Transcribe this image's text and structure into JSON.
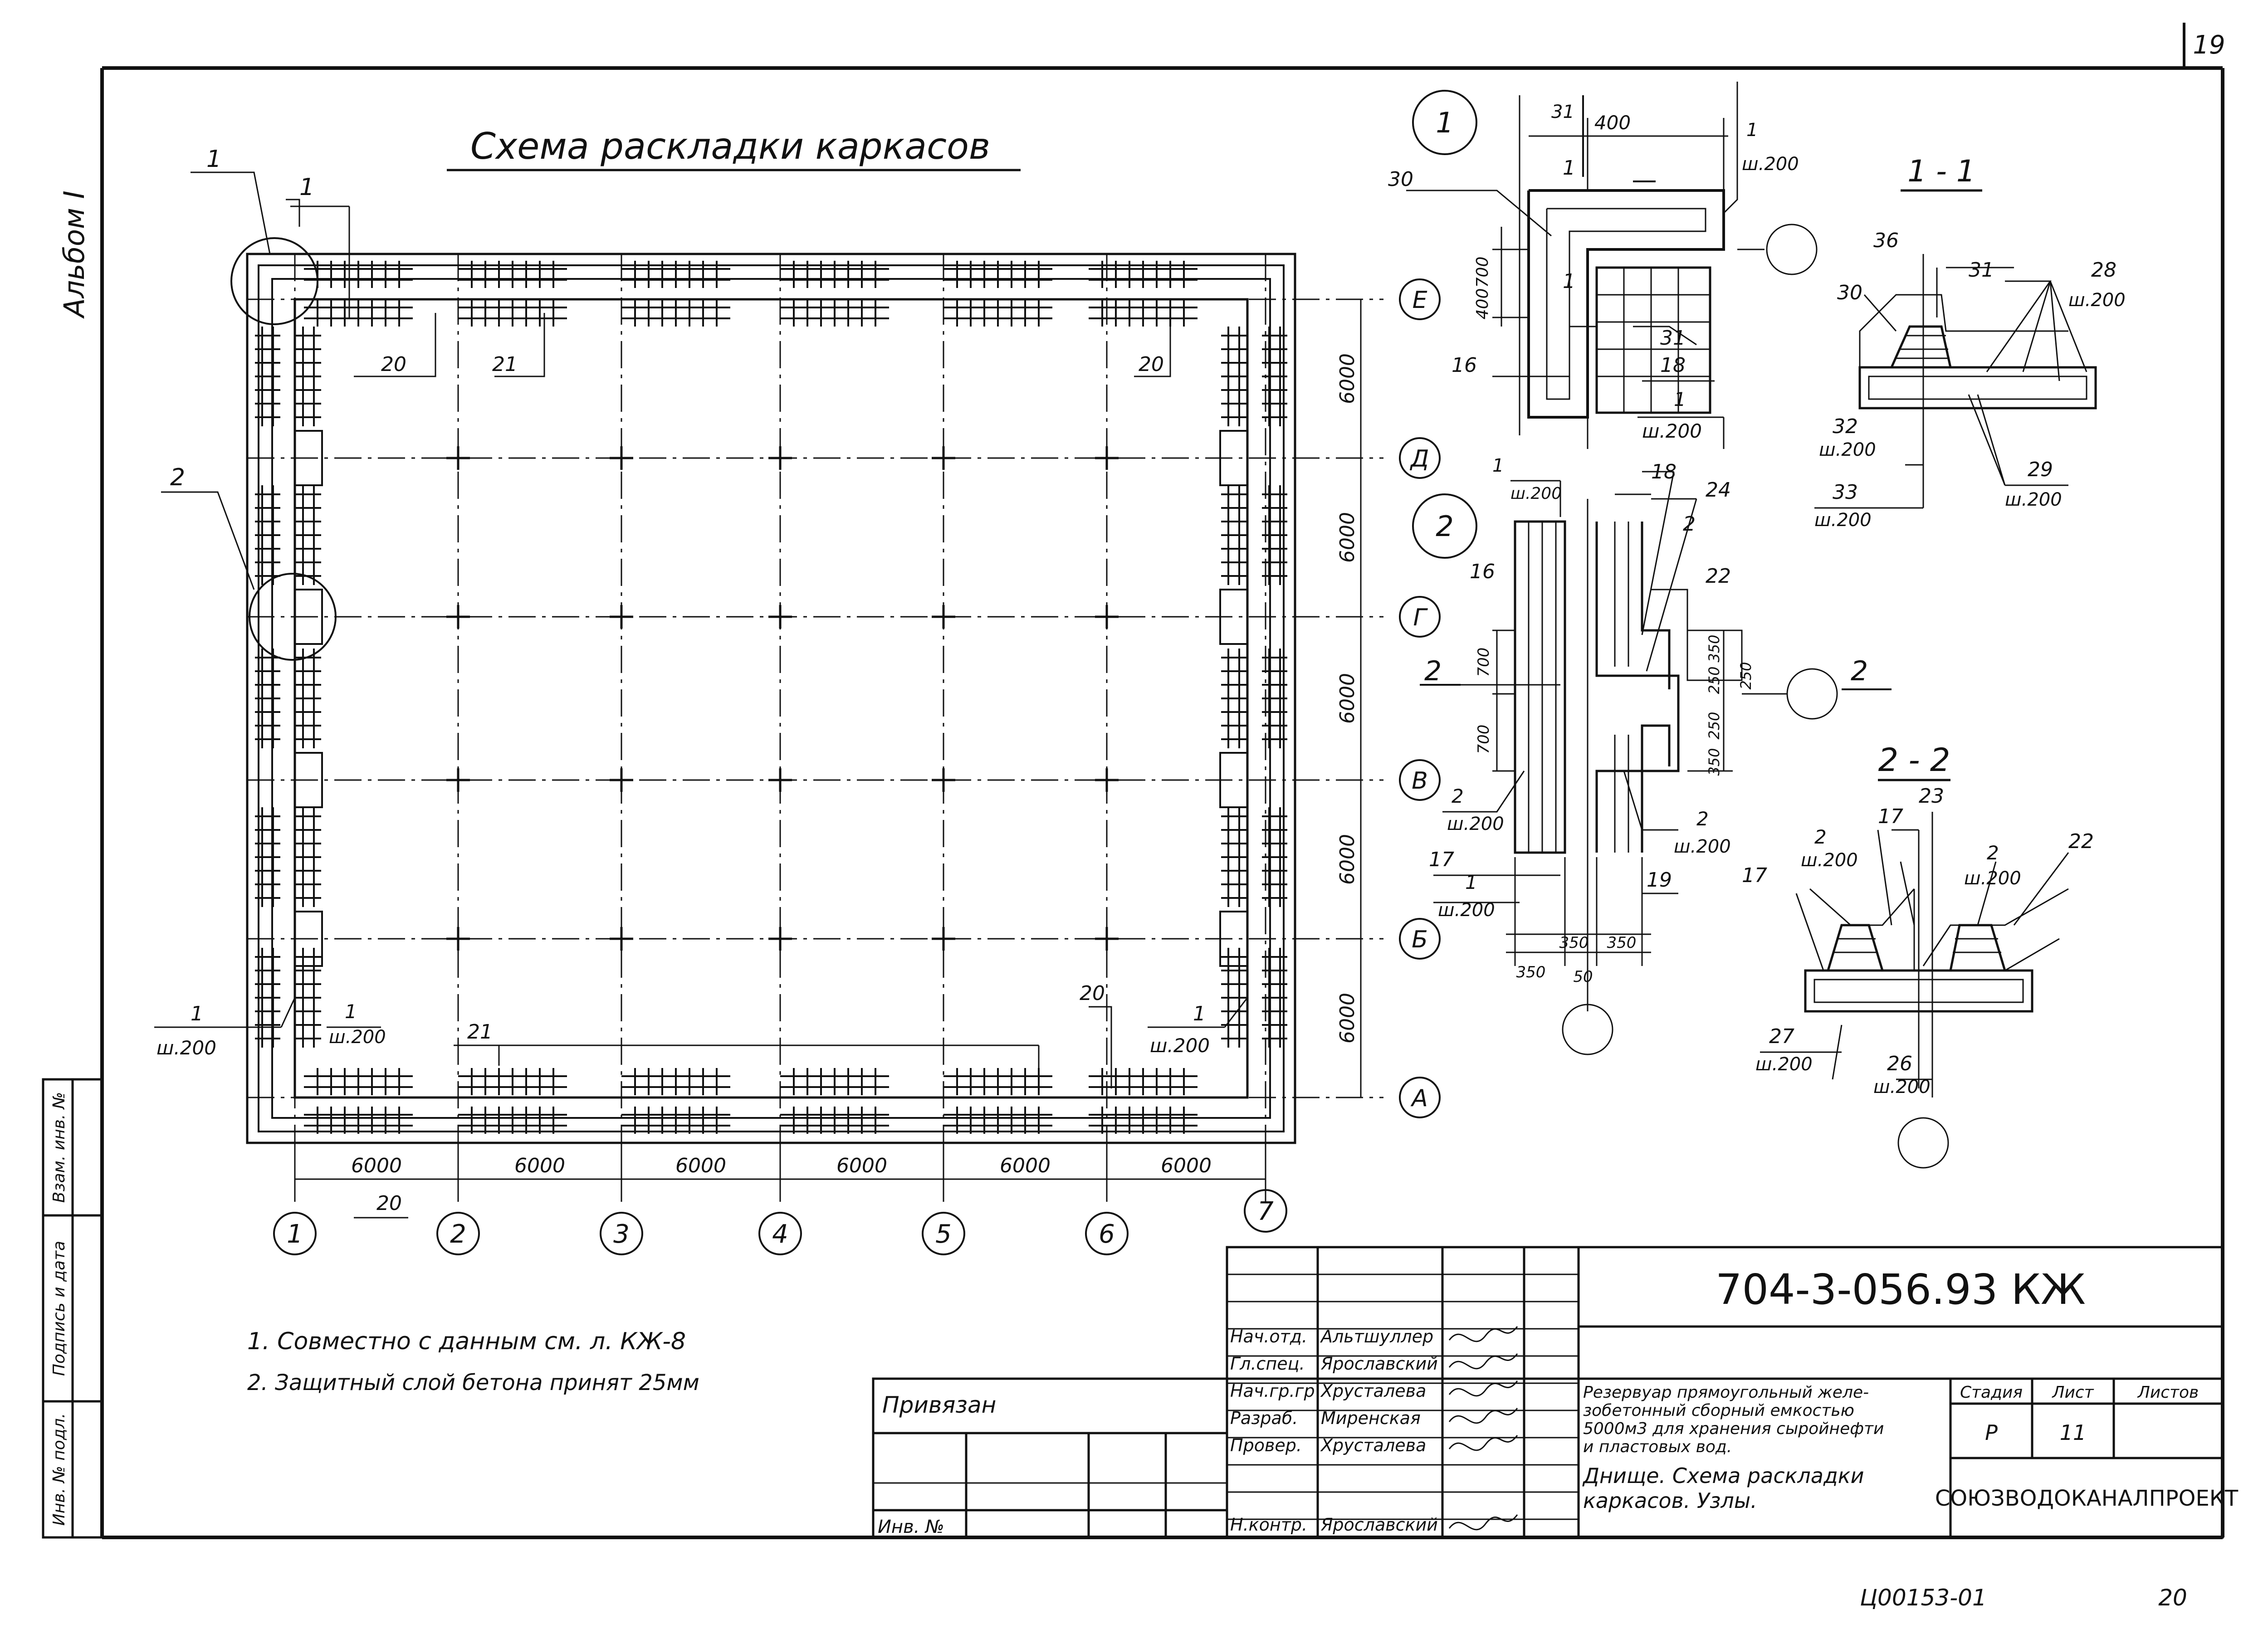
{
  "sheet_number": "19",
  "album": "Альбом I",
  "plan": {
    "title": "Схема раскладки каркасов",
    "axes_rows": [
      "Е",
      "Д",
      "Г",
      "В",
      "Б",
      "А"
    ],
    "axes_cols": [
      "1",
      "2",
      "3",
      "4",
      "5",
      "6",
      "7"
    ],
    "col_spacing": [
      "6000",
      "6000",
      "6000",
      "6000",
      "6000",
      "6000"
    ],
    "row_spacing": [
      "6000",
      "6000",
      "6000",
      "6000",
      "6000"
    ],
    "callouts": {
      "node1": "1",
      "node1_marker": "1",
      "node2": "2",
      "f20_top_left": "20",
      "f21_top": "21",
      "f20_top_right": "20",
      "f1_left": "1",
      "f1_left_sh": "ш.200",
      "f1_inner": "1",
      "f1_inner_sh": "ш.200",
      "f21_bottom": "21",
      "f20_bottom": "20",
      "f1_right": "1",
      "f1_right_sh": "ш.200",
      "f20_axis": "20"
    }
  },
  "node1": {
    "label": "1",
    "dims": {
      "d400_top": "400",
      "d700": "700",
      "d400_side": "400"
    },
    "marks": {
      "m31_top": "31",
      "m30": "30",
      "m1_top": "1",
      "m1_top_sh": "ш.200",
      "m31": "31",
      "m18": "18",
      "m16": "16",
      "m1_bottom": "1",
      "m1_bottom_sh": "ш.200",
      "sec": "1",
      "sec2": "1"
    }
  },
  "section11": {
    "label": "1 - 1",
    "marks": {
      "m36": "36",
      "m31": "31",
      "m30": "30",
      "m28": "28",
      "m28_sh": "ш.200",
      "m32": "32",
      "m32_sh": "ш.200",
      "m33": "33",
      "m33_sh": "ш.200",
      "m29": "29",
      "m29_sh": "ш.200"
    }
  },
  "node2": {
    "label": "2",
    "dims": {
      "d700a": "700",
      "d700b": "700",
      "d350a": "350",
      "d250a": "250",
      "d350b": "350",
      "d250b": "250",
      "d250c": "250",
      "b350a": "350",
      "b350b": "350",
      "b350c": "350",
      "b50": "50"
    },
    "marks": {
      "m1_top": "1",
      "m1_top_sh": "ш.200",
      "m18": "18",
      "m24": "24",
      "m16": "16",
      "m2_r": "2",
      "m22": "22",
      "sec_l": "2",
      "sec_r": "2",
      "m2_l": "2",
      "m2_l_sh": "ш.200",
      "m2_b": "2",
      "m2_b_sh": "ш.200",
      "m17": "17",
      "m1_b": "1",
      "m1_b_sh": "ш.200",
      "m19": "19"
    }
  },
  "section22": {
    "label": "2 - 2",
    "marks": {
      "m17_top": "17",
      "m23": "23",
      "m2_l": "2",
      "m2_l_sh": "ш.200",
      "m17_l": "17",
      "m2_r": "2",
      "m2_r_sh": "ш.200",
      "m22": "22",
      "m27": "27",
      "m27_sh": "ш.200",
      "m26": "26",
      "m26_sh": "ш.200"
    }
  },
  "notes": [
    "1. Совместно с данным см. л. КЖ-8",
    "2. Защитный слой бетона принят 25мм"
  ],
  "left_stamp": [
    "Инв. № подл.",
    "Подпись и дата",
    "Взам. инв. №"
  ],
  "binding": {
    "title": "Привязан",
    "inv": "Инв. №"
  },
  "title_block": {
    "code": "704-3-056.93 КЖ",
    "signatures": [
      {
        "role": "Нач.отд.",
        "name": "Альтшуллер"
      },
      {
        "role": "Гл.спец.",
        "name": "Ярославский"
      },
      {
        "role": "Нач.гр.гр",
        "name": "Хрусталева"
      },
      {
        "role": "Разраб.",
        "name": "Миренская"
      },
      {
        "role": "Провер.",
        "name": "Хрусталева"
      },
      {
        "role": "",
        "name": ""
      },
      {
        "role": "Н.контр.",
        "name": "Ярославский"
      }
    ],
    "project": "Резервуар прямоугольный железобетонный сборный емкостью 5000м3 для хранения сырой нефти и пластовых вод.",
    "project_lines": [
      "Резервуар прямоугольный желе-",
      "зобетонный сборный емкостью",
      "5000м3 для хранения сыройнефти",
      "и пластовых вод."
    ],
    "sheet_title_lines": [
      "Днище. Схема раскладки",
      "каркасов. Узлы."
    ],
    "stage_header": "Стадия",
    "sheet_header": "Лист",
    "sheets_header": "Листов",
    "stage": "Р",
    "sheet": "11",
    "org": "СОЮЗВОДОКАНАЛПРОЕКТ"
  },
  "bottom": {
    "archive": "Ц00153-01",
    "page": "20"
  }
}
